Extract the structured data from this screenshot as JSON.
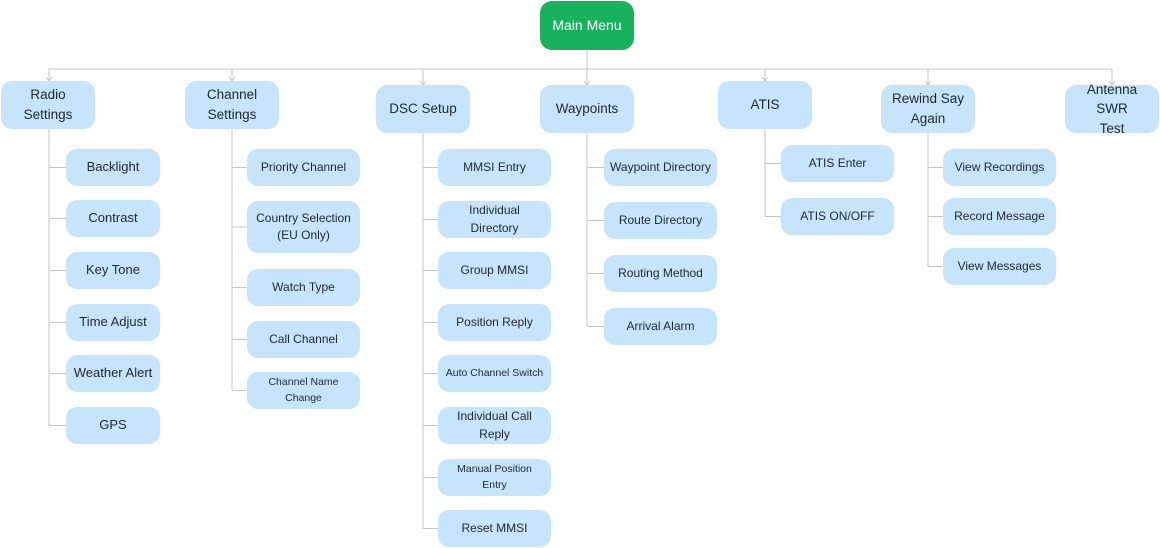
{
  "root": {
    "label": "Main Menu"
  },
  "categories": [
    {
      "label": "Radio Settings",
      "items": [
        "Backlight",
        "Contrast",
        "Key Tone",
        "Time Adjust",
        "Weather Alert",
        "GPS"
      ]
    },
    {
      "label": "Channel\nSettings",
      "items": [
        "Priority Channel",
        "Country Selection\n(EU Only)",
        "Watch Type",
        "Call Channel",
        "Channel Name Change"
      ]
    },
    {
      "label": "DSC Setup",
      "items": [
        "MMSI Entry",
        "Individual Directory",
        "Group MMSI",
        "Position Reply",
        "Auto Channel Switch",
        "Individual Call Reply",
        "Manual Position Entry",
        "Reset MMSI"
      ]
    },
    {
      "label": "Waypoints",
      "items": [
        "Waypoint Directory",
        "Route Directory",
        "Routing Method",
        "Arrival Alarm"
      ]
    },
    {
      "label": "ATIS",
      "items": [
        "ATIS Enter",
        "ATIS ON/OFF"
      ]
    },
    {
      "label": "Rewind Say\nAgain",
      "items": [
        "View Recordings",
        "Record Message",
        "View Messages"
      ]
    },
    {
      "label": "Antenna SWR\nTest",
      "items": []
    }
  ],
  "colors": {
    "root_fill": "#19b25c",
    "node_fill": "#c6e4fb",
    "connector": "#c4c4c4"
  }
}
